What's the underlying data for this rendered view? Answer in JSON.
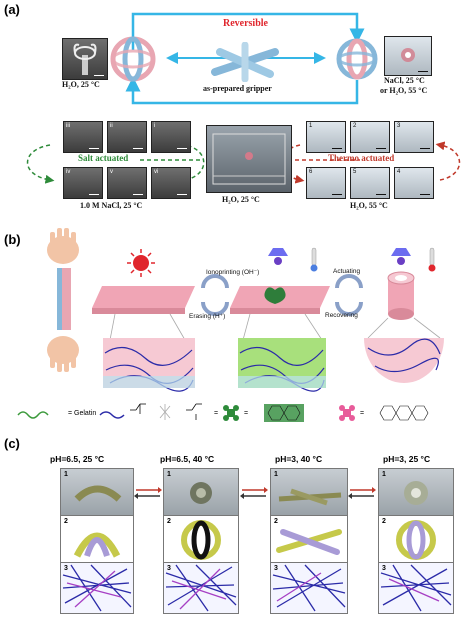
{
  "panel_a": {
    "label": "(a)",
    "reversible": "Reversible",
    "center_caption": "as-prepared gripper",
    "left_caption": "H₂O, 25 °C",
    "right_caption_1": "NaCl, 25 °C",
    "right_caption_2": "or H₂O, 55 °C",
    "salt_actuated": "Salt actuated",
    "thermo_actuated": "Thermo actuated",
    "salt_condition": "1.0 M NaCl, 25 °C",
    "tank_condition": "H₂O, 25 °C",
    "thermo_condition": "H₂O, 55 °C",
    "salt_steps_top": [
      "iii",
      "ii",
      "i"
    ],
    "salt_steps_bottom": [
      "iv",
      "v",
      "vi"
    ],
    "thermo_steps_top": [
      "1",
      "2",
      "3"
    ],
    "thermo_steps_bottom": [
      "6",
      "5",
      "4"
    ]
  },
  "panel_b": {
    "label": "(b)",
    "ionoprinting": "Ionoprinting (OH⁻)",
    "erasing": "Erasing (H⁺)",
    "actuating": "Actuating",
    "recovering": "Recovering",
    "legend_gelatin": "= Gelatin",
    "legend_eq": "="
  },
  "panel_c": {
    "label": "(c)",
    "columns": [
      {
        "title": "pH=6.5, 25 °C"
      },
      {
        "title": "pH=6.5, 40 °C"
      },
      {
        "title": "pH=3, 40 °C"
      },
      {
        "title": "pH=3, 25 °C"
      }
    ],
    "row_numbers": [
      "1",
      "2",
      "3"
    ]
  },
  "colors": {
    "arrow_cyan": "#35b6e6",
    "reversible_red": "#e0262d",
    "salt_green": "#2e8b3a",
    "thermo_red": "#c0392b",
    "gripper_pink": "#e8a6b2",
    "gripper_blue": "#86b7d9",
    "gel_green": "#7fd35a",
    "network_blue": "#2b2ba8"
  }
}
